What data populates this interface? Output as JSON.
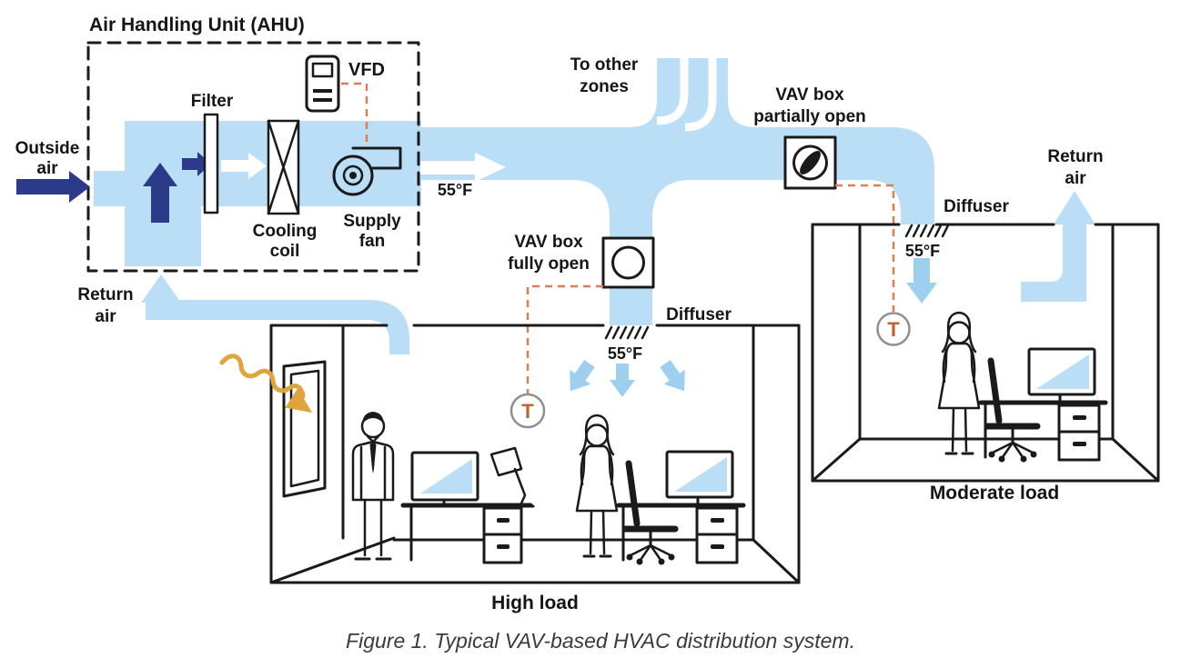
{
  "caption": "Figure 1. Typical VAV-based HVAC distribution system.",
  "ahu": {
    "title": "Air Handling Unit (AHU)",
    "filter": "Filter",
    "cooling_line1": "Cooling",
    "cooling_line2": "coil",
    "fan_line1": "Supply",
    "fan_line2": "fan",
    "vfd": "VFD"
  },
  "labels": {
    "outside_line1": "Outside",
    "outside_line2": "air",
    "return_line1": "Return",
    "return_line2": "air",
    "temp": "55°F",
    "zones_line1": "To other",
    "zones_line2": "zones",
    "vav_full_line1": "VAV box",
    "vav_full_line2": "fully open",
    "vav_part_line1": "VAV box",
    "vav_part_line2": "partially open",
    "diffuser": "Diffuser",
    "thermostat": "T",
    "high_load": "High load",
    "moderate_load": "Moderate load"
  },
  "colors": {
    "duct_blue": "#b9def5",
    "room_arrow_blue": "#9fcfef",
    "navy_arrow": "#2c3a8a",
    "line_black": "#1a1a1a",
    "control_dash_orange": "#d97e57",
    "thermostat_orange": "#c2632f",
    "solar_arrow_gold": "#dfa43c"
  }
}
